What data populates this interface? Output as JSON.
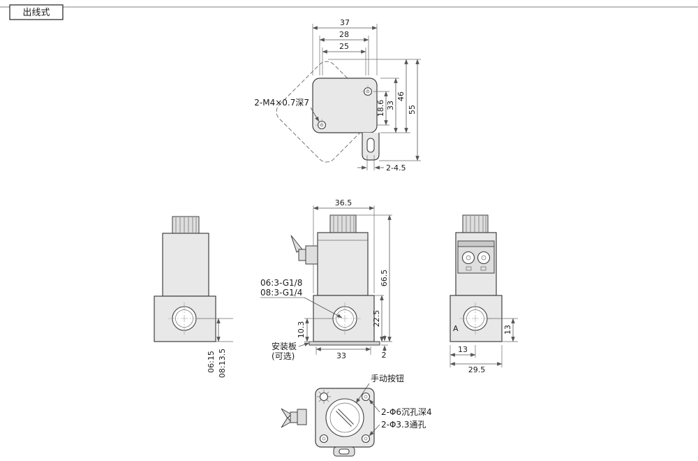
{
  "header": {
    "title": "出线式"
  },
  "top_view": {
    "dim_37": "37",
    "dim_28": "28",
    "dim_25": "25",
    "dim_18_6": "18.6",
    "dim_33": "33",
    "dim_46": "46",
    "dim_55": "55",
    "slot_dim": "2-4.5",
    "thread_label": "2-M4×0.7深7"
  },
  "left_view": {
    "dim_06": "06:15",
    "dim_08": "08:13.5"
  },
  "front_view": {
    "dim_width": "36.5",
    "dim_total_height": "66.5",
    "dim_body_height": "22.5",
    "dim_port_offset": "10.3",
    "dim_hole_span": "33",
    "dim_plate_thk": "2",
    "port_06": "06:3-G1/8",
    "port_08": "08:3-G1/4",
    "plate_1": "安装板",
    "plate_2": "(可选)"
  },
  "right_view": {
    "dim_center": "13",
    "dim_half": "13",
    "dim_depth": "29.5",
    "label_a": "A"
  },
  "bottom_view": {
    "btn": "手动按钮",
    "cb": "2-Φ6沉孔深4",
    "th": "2-Φ3.3通孔"
  }
}
